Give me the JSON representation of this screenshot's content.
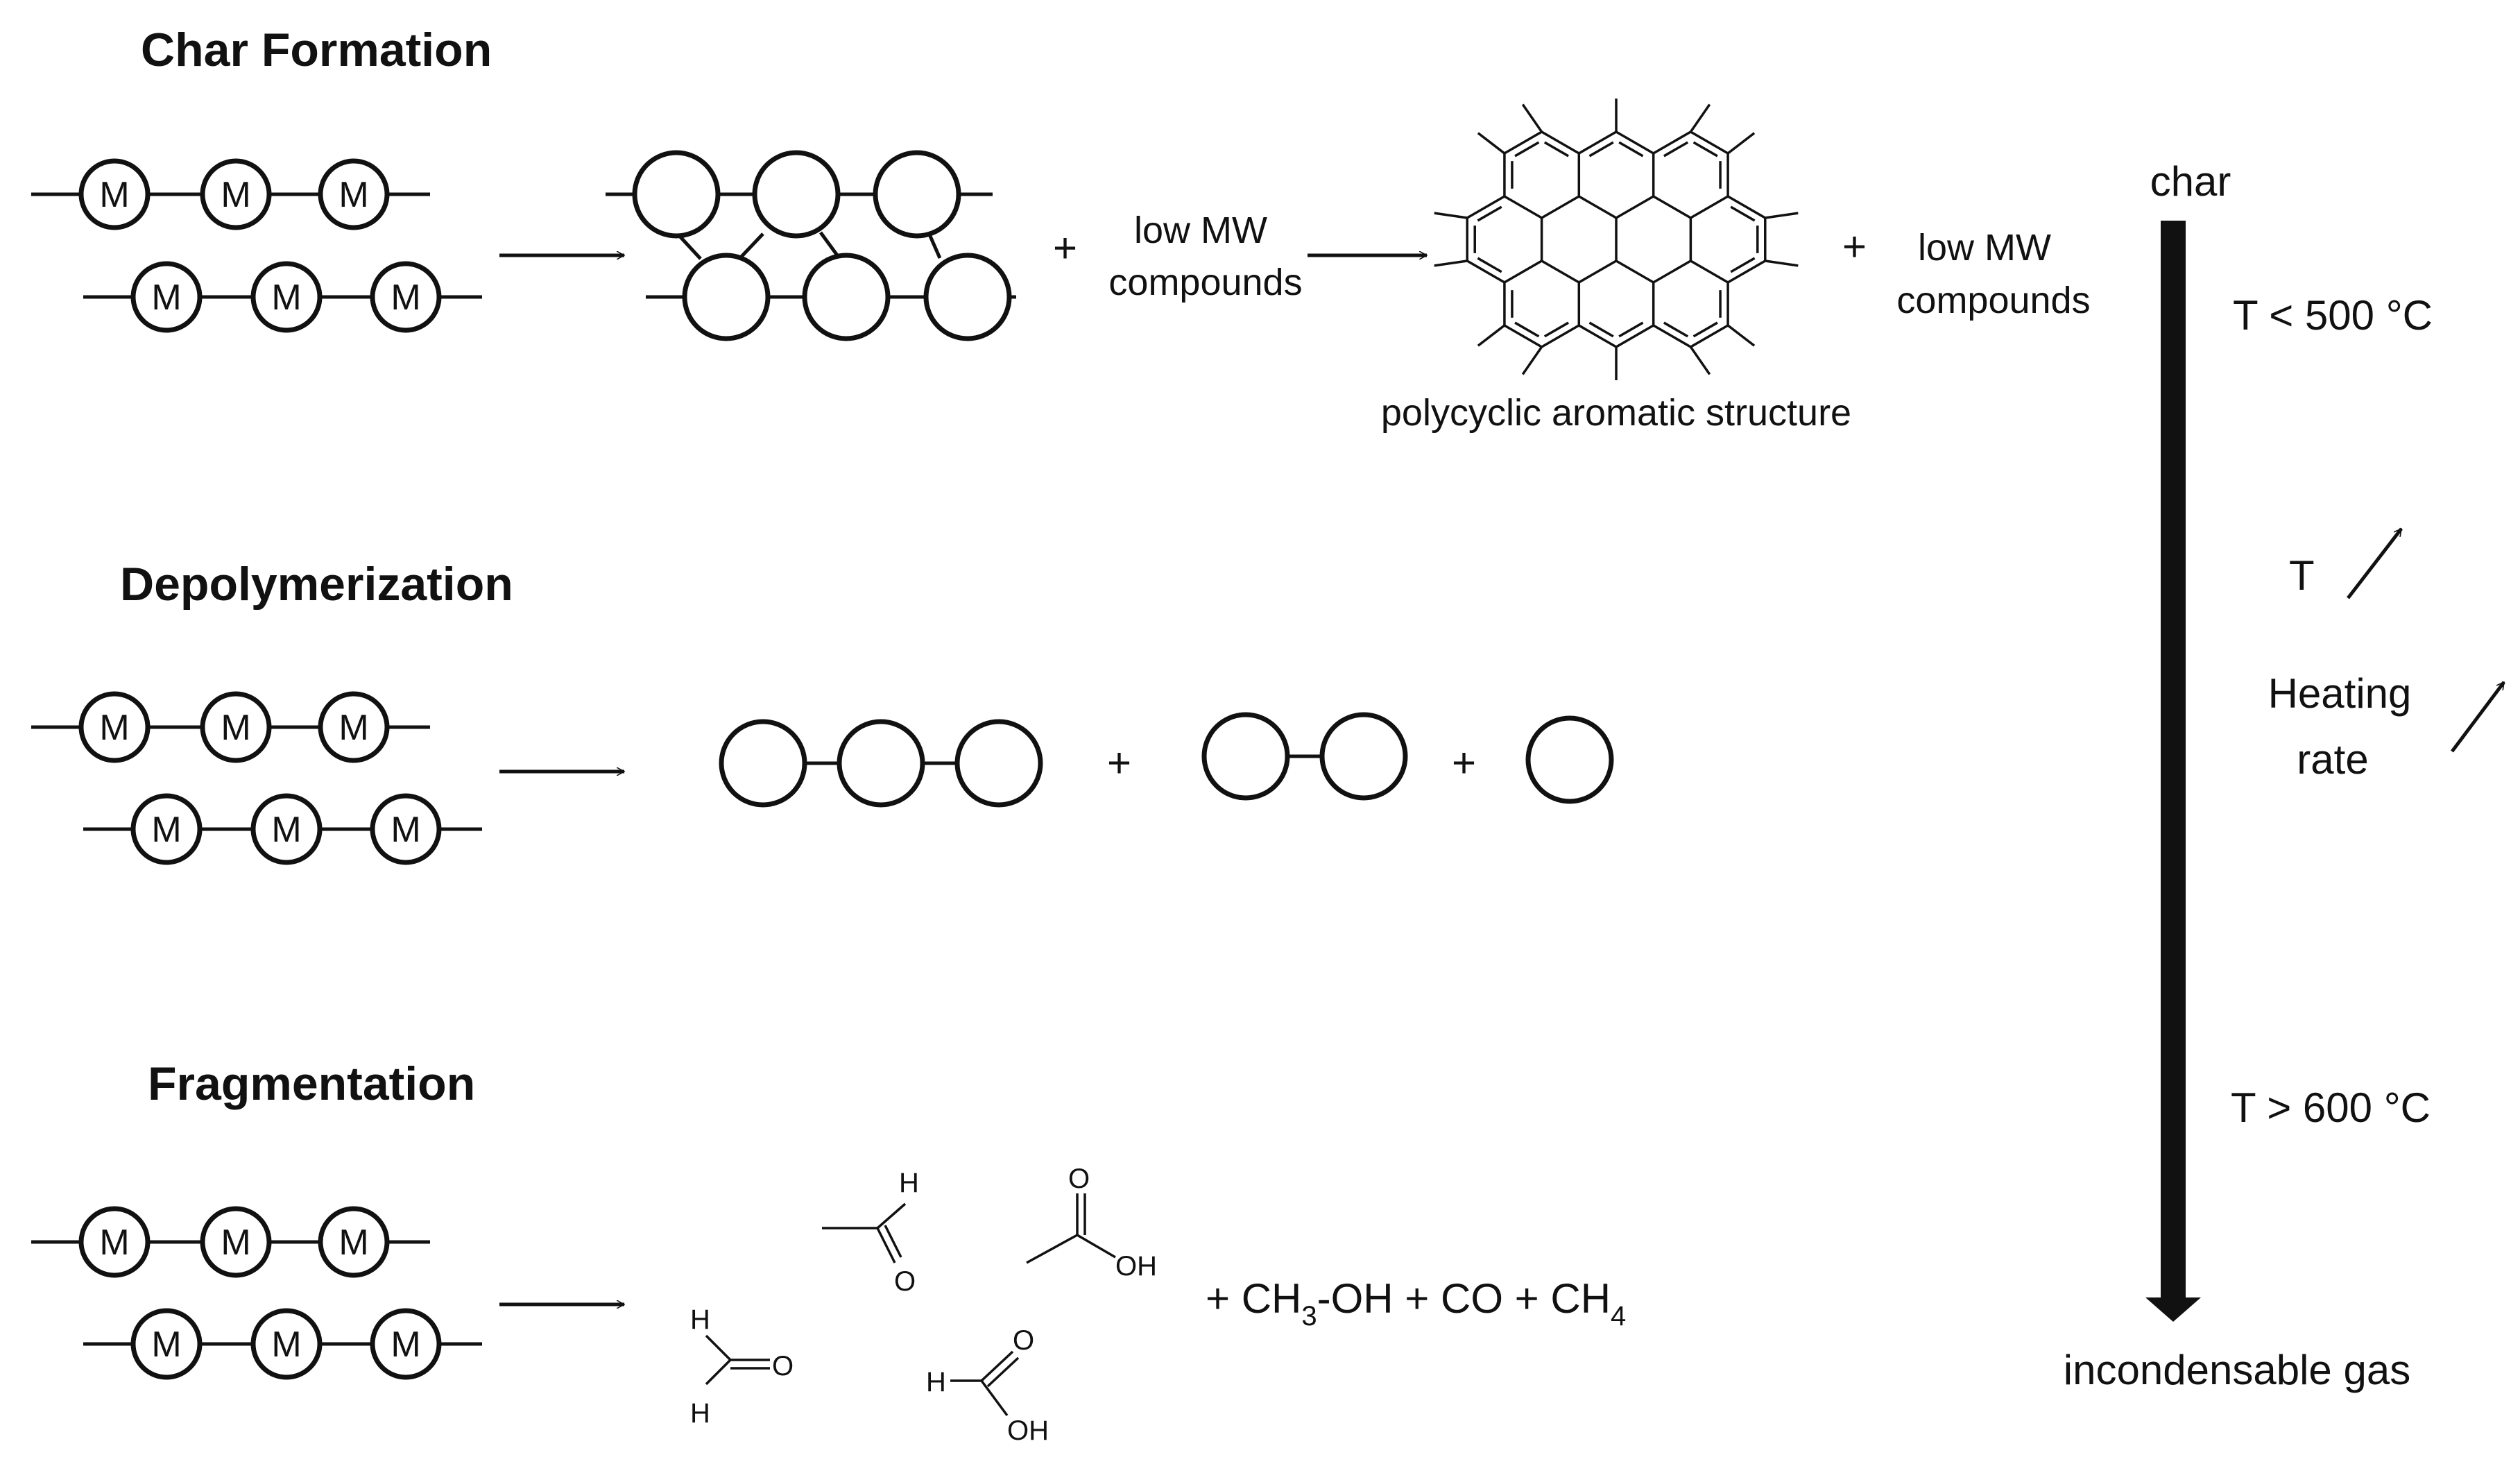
{
  "sections": {
    "char_formation": {
      "heading": "Char Formation",
      "monomer_letter": "M",
      "low_mw_1": [
        "low MW",
        "compounds"
      ],
      "low_mw_2": [
        "low MW",
        "compounds"
      ],
      "plus": "+",
      "pah_caption": "polycyclic  aromatic  structure"
    },
    "depolymerization": {
      "heading": "Depolymerization",
      "plus": "+"
    },
    "fragmentation": {
      "heading": "Fragmentation",
      "atom_h": "H",
      "atom_o": "O",
      "atom_oh": "OH",
      "products": {
        "part1": "+ CH",
        "sub1": "3",
        "part2": "-OH + CO + CH",
        "sub2": "4"
      }
    }
  },
  "scale": {
    "top": "char",
    "bottom": "incondensable  gas",
    "low_temp": "T < 500 °C",
    "high_temp": "T > 600 °C",
    "t_label": "T",
    "heating_rate": [
      "Heating",
      "rate"
    ]
  }
}
